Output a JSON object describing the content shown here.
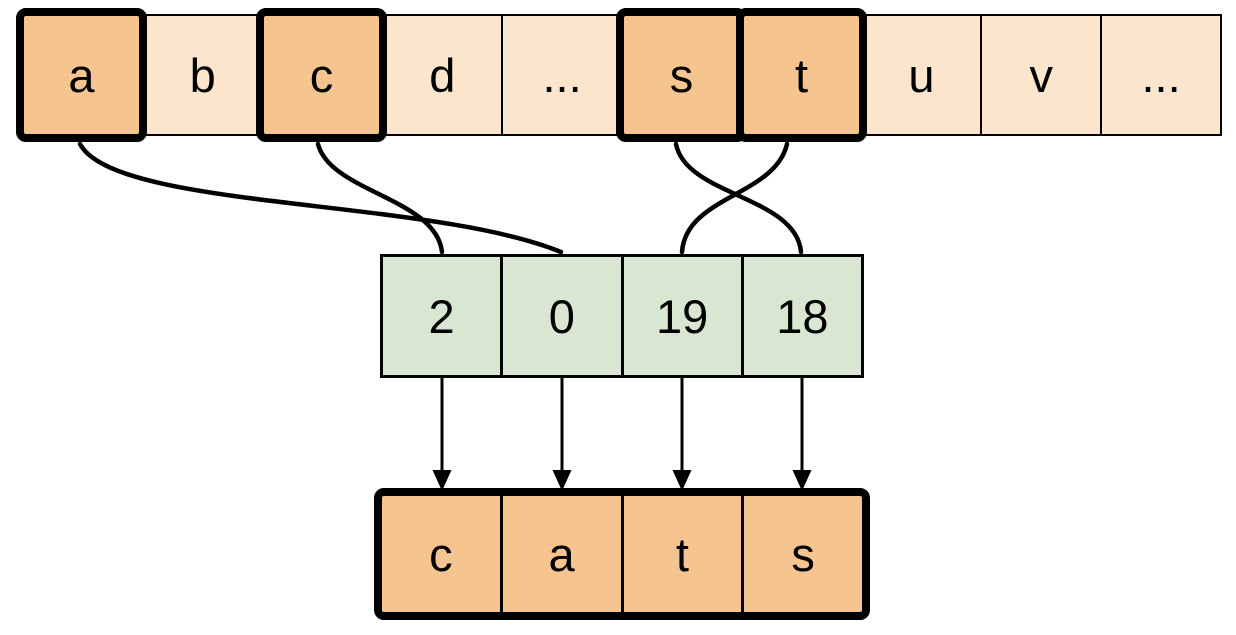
{
  "alphabet_row": {
    "cells": [
      {
        "label": "a",
        "highlighted": true
      },
      {
        "label": "b",
        "highlighted": false
      },
      {
        "label": "c",
        "highlighted": true
      },
      {
        "label": "d",
        "highlighted": false
      },
      {
        "label": "...",
        "highlighted": false
      },
      {
        "label": "s",
        "highlighted": true
      },
      {
        "label": "t",
        "highlighted": true
      },
      {
        "label": "u",
        "highlighted": false
      },
      {
        "label": "v",
        "highlighted": false
      },
      {
        "label": "...",
        "highlighted": false
      }
    ]
  },
  "index_row": {
    "values": [
      "2",
      "0",
      "19",
      "18"
    ]
  },
  "word_row": {
    "letters": [
      "c",
      "a",
      "t",
      "s"
    ]
  },
  "colors": {
    "highlight_fill": "#F6C48E",
    "plain_fill": "#FBE5CD",
    "index_fill": "#D9E7D2",
    "stroke": "#000000",
    "background": "#FFFFFF"
  }
}
